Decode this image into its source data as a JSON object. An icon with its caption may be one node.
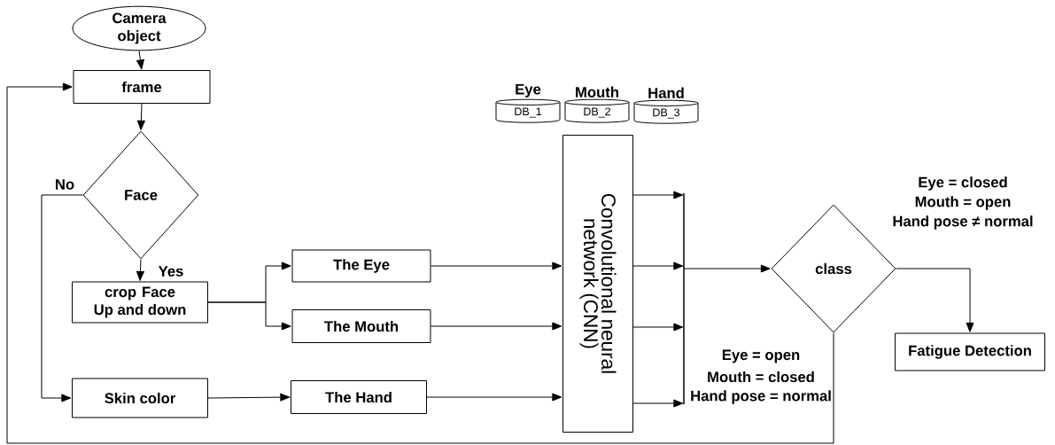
{
  "diagram": {
    "nodes": [
      {
        "text": [
          "Camera object"
        ]
      },
      {
        "text": [
          "frame"
        ]
      },
      {
        "text": [
          "Face"
        ]
      },
      {
        "text": [
          "crop Face Up and down"
        ]
      },
      {
        "text": [
          "The Eye"
        ]
      },
      {
        "text": [
          "The Mouth"
        ]
      },
      {
        "text": [
          "Skin color"
        ]
      },
      {
        "text": [
          "The Hand"
        ]
      },
      {
        "text": [
          "Eye",
          "DB_1"
        ]
      },
      {
        "text": [
          "Mouth",
          "DB_2"
        ]
      },
      {
        "text": [
          "Hand",
          "DB_3"
        ]
      },
      {
        "text": [
          "Convolutional neural network (CNN)"
        ]
      },
      {
        "text": [],
        "shape": "bar"
      },
      {
        "text": [
          "class"
        ]
      },
      {
        "text": [
          "Fatigue Detection"
        ]
      }
    ],
    "edges": [
      {
        "from": 0,
        "to": 1,
        "arrow": "to"
      },
      {
        "from": 1,
        "to": 2,
        "arrow": "to"
      },
      {
        "from": 2,
        "to": 3,
        "arrow": "to",
        "label": "Yes"
      },
      {
        "from": 2,
        "to": 6,
        "arrow": "to",
        "label": "No"
      },
      {
        "from": 3,
        "to": 4,
        "arrow": "to"
      },
      {
        "from": 3,
        "to": 5,
        "arrow": "to"
      },
      {
        "from": 6,
        "to": 7,
        "arrow": "to"
      },
      {
        "from": 4,
        "to": 11,
        "arrow": "to"
      },
      {
        "from": 5,
        "to": 11,
        "arrow": "to"
      },
      {
        "from": 7,
        "to": 11,
        "arrow": "to"
      },
      {
        "from": 11,
        "to": 12,
        "arrow": "to"
      },
      {
        "from": 11,
        "to": 12,
        "arrow": "to"
      },
      {
        "from": 11,
        "to": 12,
        "arrow": "to"
      },
      {
        "from": 11,
        "to": 12,
        "arrow": "to"
      },
      {
        "from": 12,
        "to": 13,
        "arrow": "to"
      },
      {
        "from": 13,
        "to": 14,
        "arrow": "to"
      },
      {
        "from": 13,
        "to": 1,
        "arrow": "to"
      }
    ],
    "labels": [
      "Eye = closed",
      "Mouth = open",
      "Hand pose ≠ normal",
      "Eye = open",
      "Mouth = closed",
      "Hand pose = normal"
    ]
  }
}
